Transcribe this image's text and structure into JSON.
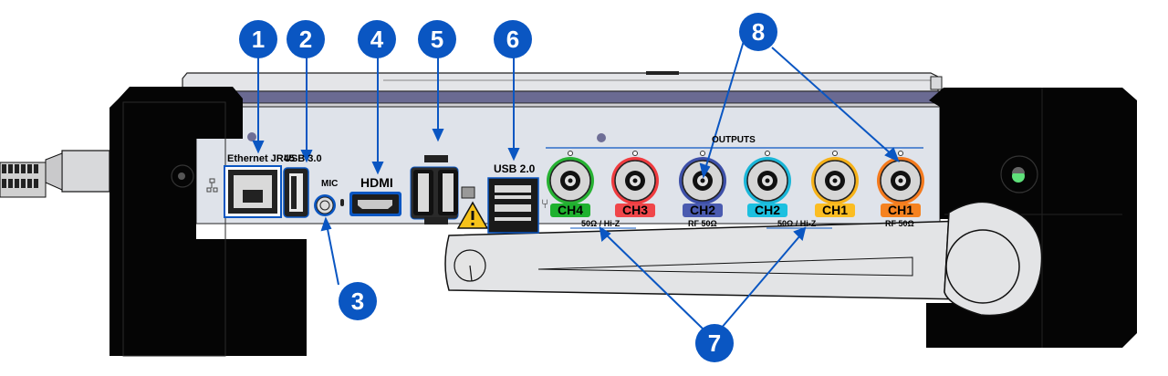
{
  "diagram": {
    "title": "Device side panel connectors",
    "accent_color": "#0a56c2",
    "callouts": [
      {
        "number": "1",
        "target": "Ethernet JR45 port"
      },
      {
        "number": "2",
        "target": "USB 3.0 port"
      },
      {
        "number": "3",
        "target": "MIC jack"
      },
      {
        "number": "4",
        "target": "HDMI port"
      },
      {
        "number": "5",
        "target": "Dual USB ports"
      },
      {
        "number": "6",
        "target": "USB 2.0 ports"
      },
      {
        "number": "7",
        "target": "50Ω / Hi-Z input groups"
      },
      {
        "number": "8",
        "target": "RF 50Ω channel connectors"
      }
    ],
    "port_labels": {
      "ethernet": "Ethernet JR45",
      "usb3": "USB 3.0",
      "mic": "MIC",
      "hdmi": "HDMI",
      "usb2": "USB 2.0",
      "outputs": "OUTPUTS"
    },
    "channels": [
      {
        "label": "CH4",
        "color": "#1fb12f",
        "ring": "#27b233"
      },
      {
        "label": "CH3",
        "color": "#f0464a",
        "ring": "#ef3b3f"
      },
      {
        "label": "CH2",
        "color": "#4a5bb0",
        "ring": "#3d4fa8"
      },
      {
        "label": "CH2",
        "color": "#1cc0e0",
        "ring": "#1ab6d8"
      },
      {
        "label": "CH1",
        "color": "#fbbd22",
        "ring": "#f6b21a"
      },
      {
        "label": "CH1",
        "color": "#f58220",
        "ring": "#f47a1e"
      }
    ],
    "impedance_labels": {
      "group1": "50Ω / Hi-Z",
      "ch2_rf": "RF 50Ω",
      "group2": "50Ω / Hi-Z",
      "ch1_rf": "RF 50Ω"
    },
    "status_led_color": "#5fe07a"
  }
}
